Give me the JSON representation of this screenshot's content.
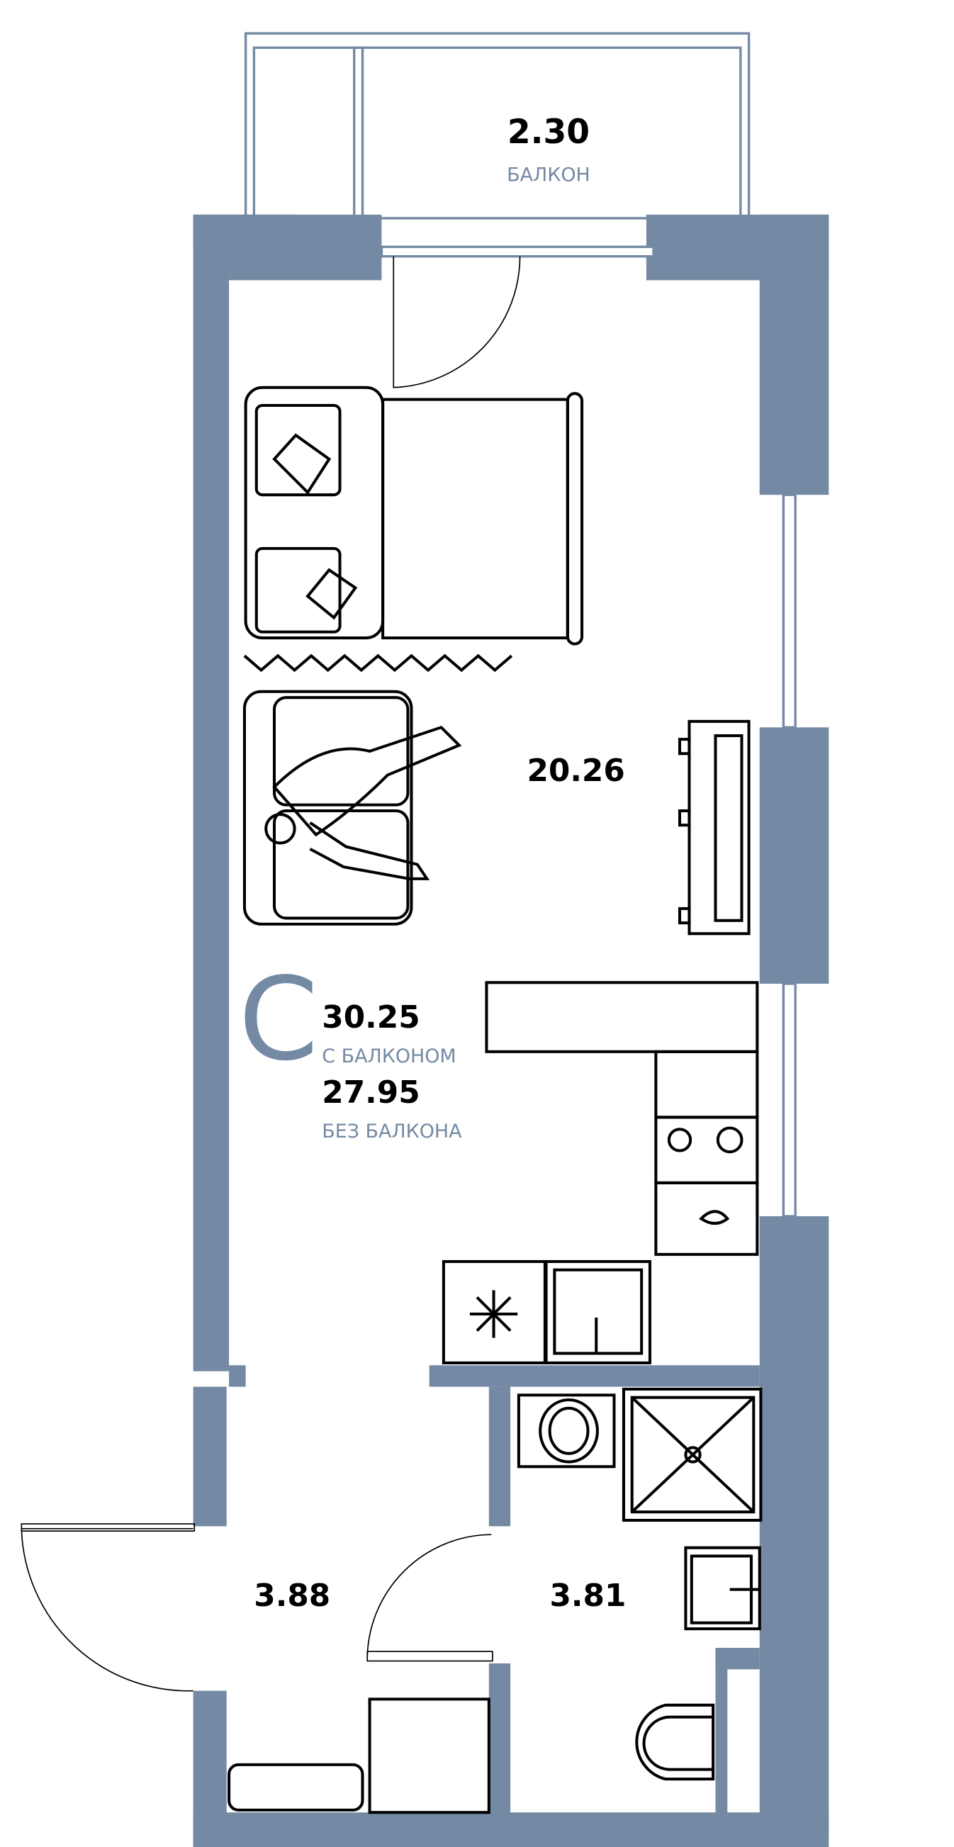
{
  "colors": {
    "wall": "#7489a3",
    "label": "#7489a3",
    "text": "#000000"
  },
  "balcony": {
    "area": "2.30",
    "label": "БАЛКОН"
  },
  "living_room": {
    "area": "20.26"
  },
  "summary": {
    "type_letter": "С",
    "total_with_balcony": "30.25",
    "with_balcony_label": "С БАЛКОНОМ",
    "total_without_balcony": "27.95",
    "without_balcony_label": "БЕЗ БАЛКОНА"
  },
  "hallway": {
    "area": "3.88"
  },
  "bathroom": {
    "area": "3.81"
  }
}
